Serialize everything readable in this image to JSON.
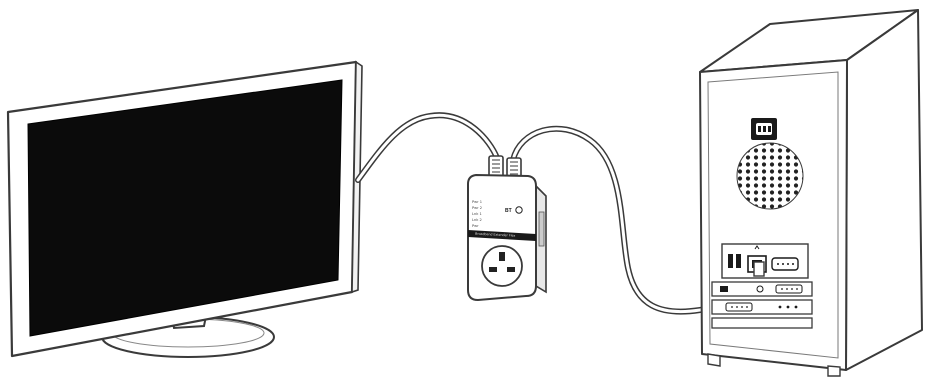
{
  "diagram": {
    "components": [
      {
        "id": "tv",
        "icon": "television-icon"
      },
      {
        "id": "adapter",
        "icon": "powerline-adapter-icon"
      },
      {
        "id": "pc",
        "icon": "desktop-tower-icon"
      }
    ],
    "connections": [
      {
        "from": "tv",
        "to": "adapter",
        "kind": "ethernet-cable"
      },
      {
        "from": "adapter",
        "to": "pc",
        "kind": "ethernet-cable"
      }
    ]
  },
  "adapter": {
    "brand_logo_text": "BT",
    "led_labels": [
      "Pwr 1",
      "Pwr 2",
      "Lnk 1",
      "Lnk 2",
      "Pwr"
    ],
    "strip_text": "Broadband Extender Flex"
  },
  "colors": {
    "outline": "#3a3a3a",
    "screen": "#0b0b0b",
    "adapter_band": "#1a1a1a",
    "panel_fill": "#ffffff"
  }
}
